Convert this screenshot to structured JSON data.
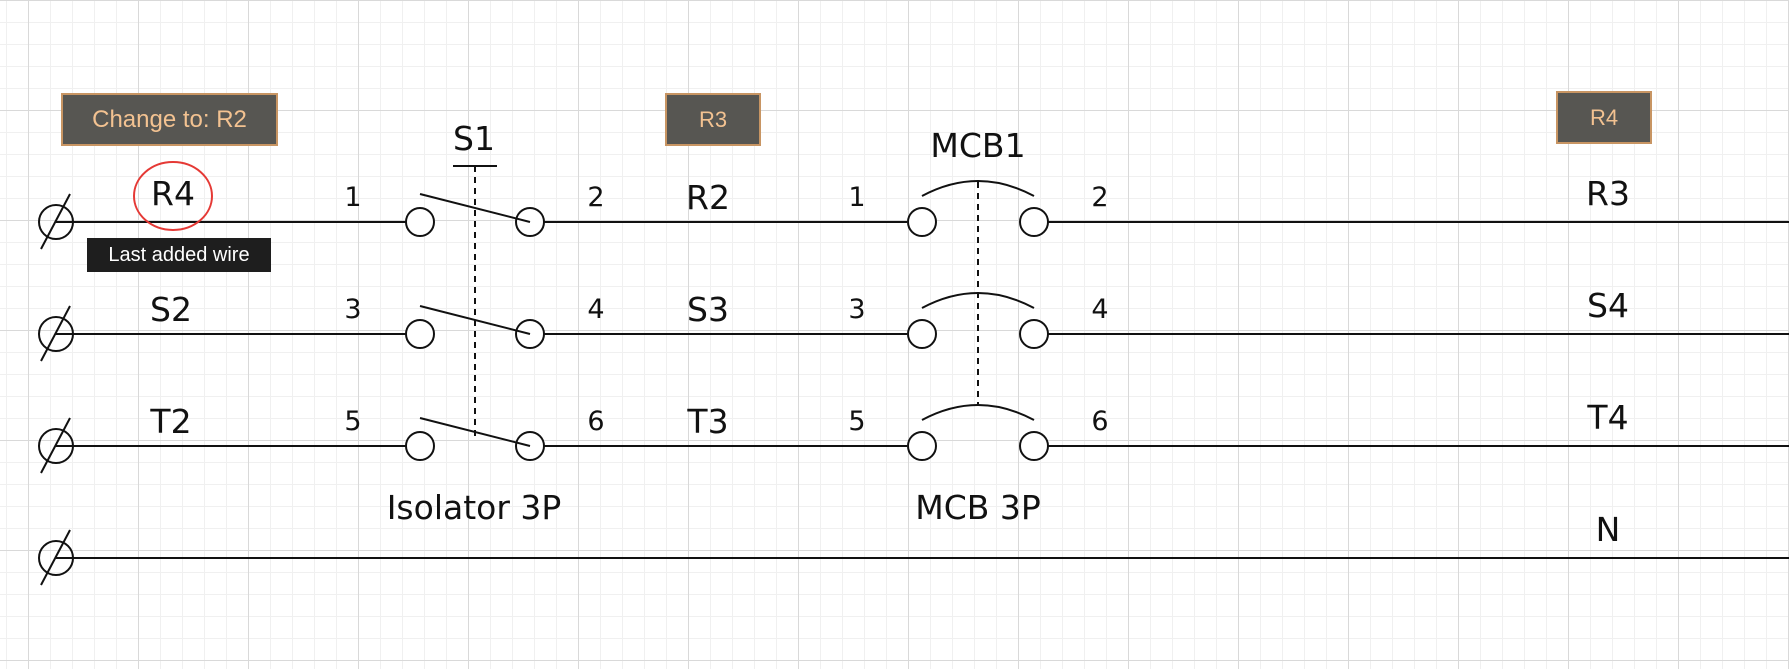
{
  "buttons": {
    "change_to": "Change to: R2",
    "r3": "R3",
    "r4": "R4"
  },
  "tooltip": "Last added wire",
  "colors": {
    "button_bg": "#575652",
    "button_text": "#f3c291",
    "button_border": "#c89563",
    "highlight_ring": "#e53935",
    "tooltip_bg": "#1e1e1e"
  },
  "wires": {
    "left": [
      "R4",
      "S2",
      "T2"
    ],
    "middle": [
      "R2",
      "S3",
      "T3"
    ],
    "right": [
      "R3",
      "S4",
      "T4",
      "N"
    ]
  },
  "isolator": {
    "tag": "S1",
    "caption": "Isolator 3P",
    "terminals": [
      "1",
      "2",
      "3",
      "4",
      "5",
      "6"
    ]
  },
  "mcb": {
    "tag": "MCB1",
    "caption": "MCB 3P",
    "terminals": [
      "1",
      "2",
      "3",
      "4",
      "5",
      "6"
    ]
  }
}
